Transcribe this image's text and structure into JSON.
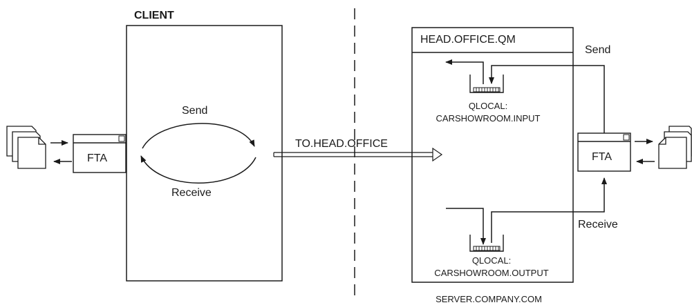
{
  "client": {
    "title": "CLIENT"
  },
  "server": {
    "qm_name": "HEAD.OFFICE.QM",
    "host": "SERVER.COMPANY.COM"
  },
  "channel": {
    "name": "TO.HEAD.OFFICE"
  },
  "flows": {
    "client_send": "Send",
    "client_receive": "Receive",
    "server_send": "Send",
    "server_receive": "Receive"
  },
  "queues": {
    "input": {
      "type": "QLOCAL:",
      "name": "CARSHOWROOM.INPUT"
    },
    "output": {
      "type": "QLOCAL:",
      "name": "CARSHOWROOM.OUTPUT"
    }
  },
  "fta": {
    "client_label": "FTA",
    "server_label": "FTA"
  },
  "icons": [
    "document-stack-icon",
    "fta-window-icon",
    "queue-icon",
    "arrow-icon"
  ]
}
